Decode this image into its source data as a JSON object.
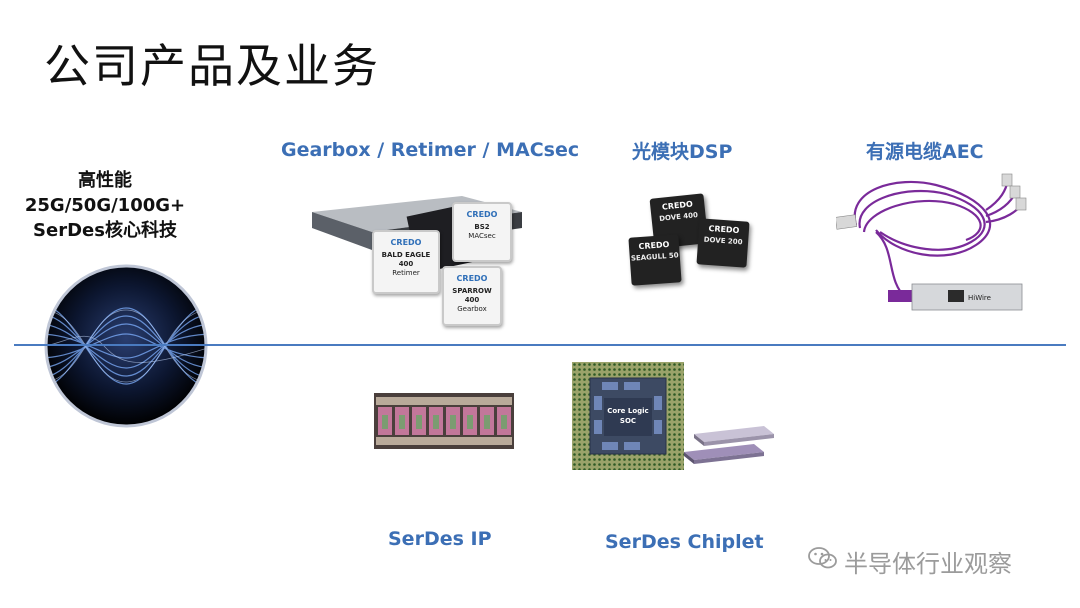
{
  "slide": {
    "title": "公司产品及业务",
    "left": {
      "line1": "高性能",
      "line2": "25G/50G/100G+",
      "line3": "SerDes核心科技"
    },
    "categories": {
      "gearbox": "Gearbox / Retimer / MACsec",
      "dsp": "光模块DSP",
      "aec": "有源电缆AEC",
      "serdes_ip": "SerDes IP",
      "chiplet": "SerDes Chiplet"
    },
    "chips": {
      "bald": {
        "logo": "CREDO",
        "name": "BALD EAGLE 400",
        "desc": "Retimer"
      },
      "bs2": {
        "logo": "CREDO",
        "name": "BS2",
        "desc": "MACsec"
      },
      "sparrow": {
        "logo": "CREDO",
        "name": "SPARROW 400",
        "desc": "Gearbox"
      },
      "dove400": {
        "logo": "CREDO",
        "name": "DOVE 400"
      },
      "dove200": {
        "logo": "CREDO",
        "name": "DOVE 200"
      },
      "seagull": {
        "logo": "CREDO",
        "name": "SEAGULL 50"
      },
      "aec_brand": "HiWire",
      "core_logic": "Core Logic SOC"
    },
    "watermark": "半导体行业观察",
    "colors": {
      "accent": "#3c6fb5",
      "divider": "#4a7bc0"
    }
  }
}
